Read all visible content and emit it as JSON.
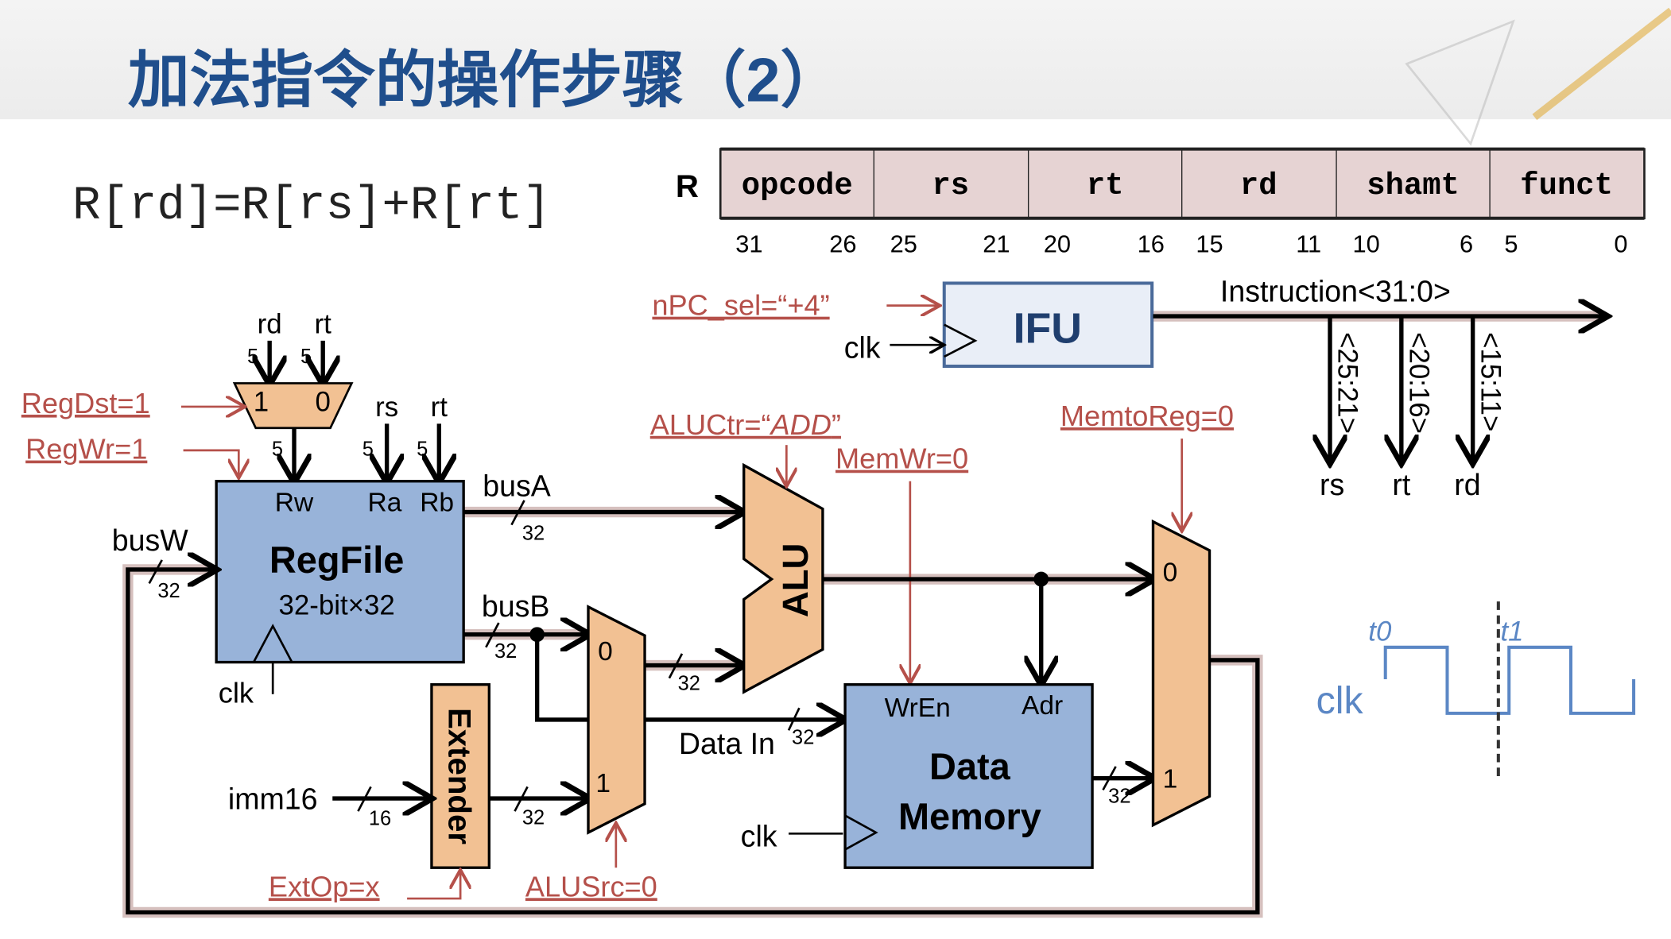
{
  "title": "加法指令的操作步骤（2）",
  "equation": "R[rd]=R[rs]+R[rt]",
  "format": {
    "type_label": "R",
    "fields": [
      "opcode",
      "rs",
      "rt",
      "rd",
      "shamt",
      "funct"
    ],
    "bits": [
      "31",
      "26",
      "25",
      "21",
      "20",
      "16",
      "15",
      "11",
      "10",
      "6",
      "5",
      "0"
    ]
  },
  "controls": {
    "npc_sel": "nPC_sel=“+4”",
    "regdst": "RegDst=1",
    "regwr": "RegWr=1",
    "aluctr_prefix": "ALUCtr=“",
    "aluctr_value": "ADD",
    "aluctr_suffix": "”",
    "memwr": "MemWr=0",
    "memtoreg": "MemtoReg=0",
    "extop": "ExtOp=x",
    "alusrc": "ALUSrc=0"
  },
  "ifu": {
    "label": "IFU",
    "clk": "clk",
    "instruction": "Instruction<31:0>",
    "taps": [
      {
        "range": "<25:21>",
        "name": "rs"
      },
      {
        "range": "<20:16>",
        "name": "rt"
      },
      {
        "range": "<15:11>",
        "name": "rd"
      }
    ]
  },
  "regfile": {
    "title": "RegFile",
    "subtitle": "32-bit×32",
    "rw": "Rw",
    "ra": "Ra",
    "rb": "Rb",
    "clk": "clk",
    "rd": "rd",
    "rt": "rt",
    "rs": "rs",
    "rt2": "rt",
    "w5": "5",
    "mux1": "1",
    "mux0": "0"
  },
  "buses": {
    "busA": "busA",
    "busB": "busB",
    "busW": "busW",
    "w32": "32",
    "w16": "16",
    "imm16": "imm16",
    "data_in": "Data In"
  },
  "alu": {
    "label": "ALU"
  },
  "extender": {
    "label": "Extender"
  },
  "mux": {
    "in0": "0",
    "in1": "1"
  },
  "memory": {
    "line1": "Data",
    "line2": "Memory",
    "wren": "WrEn",
    "adr": "Adr",
    "clk": "clk"
  },
  "timing": {
    "clk": "clk",
    "t0": "t0",
    "t1": "t1",
    "color": "#5b87c5"
  },
  "colors": {
    "title": "#1f4e8c",
    "block_blue": "#98b3d9",
    "block_orange": "#f2c193",
    "field_bg": "#e6d3d3",
    "control_red": "#b5504a"
  }
}
